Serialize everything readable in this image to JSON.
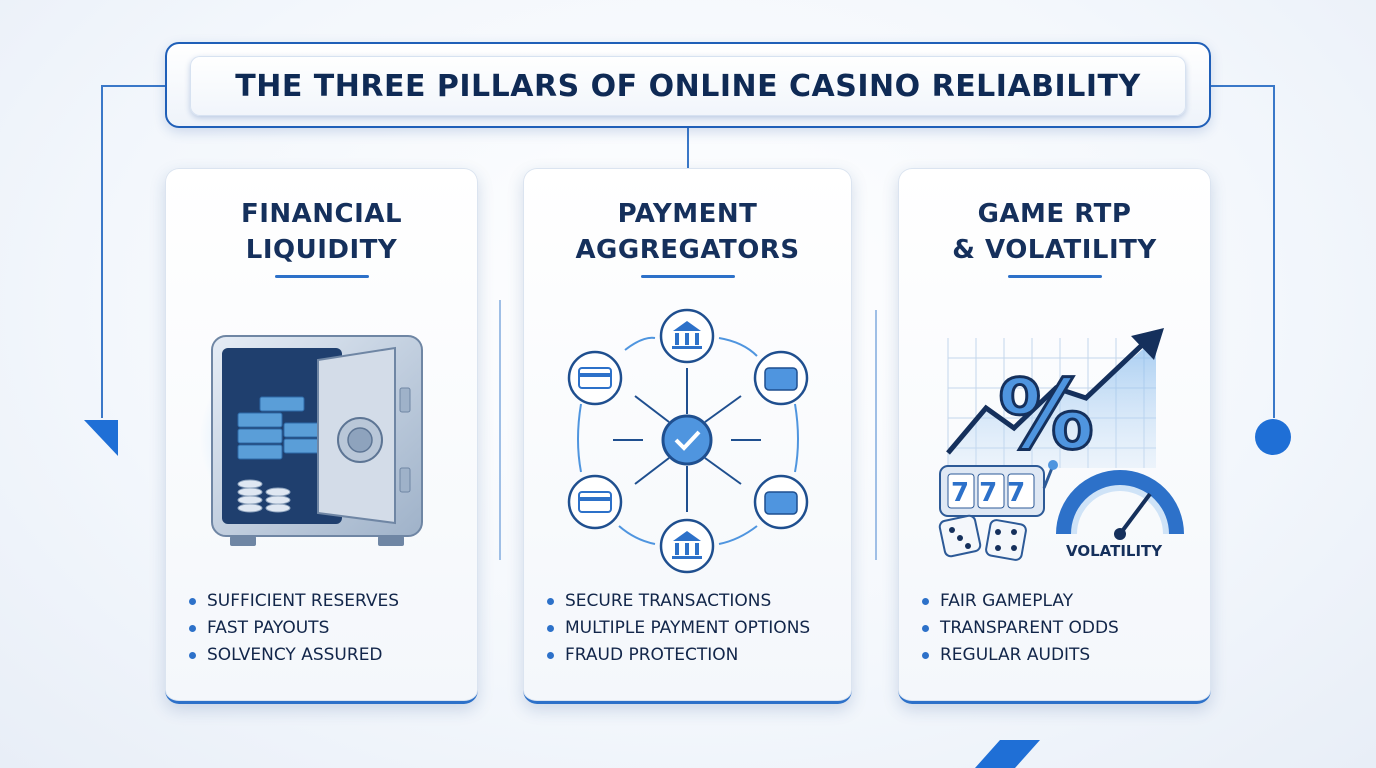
{
  "title": "THE THREE PILLARS OF ONLINE CASINO RELIABILITY",
  "pillars": [
    {
      "title_line1": "FINANCIAL",
      "title_line2": "LIQUIDITY",
      "illustration": "safe-with-cash-icon",
      "bullets": [
        "SUFFICIENT RESERVES",
        "FAST PAYOUTS",
        "SOLVENCY ASSURED"
      ]
    },
    {
      "title_line1": "PAYMENT",
      "title_line2": "AGGREGATORS",
      "illustration": "payment-network-icon",
      "bullets": [
        "SECURE TRANSACTIONS",
        "MULTIPLE PAYMENT OPTIONS",
        "FRAUD PROTECTION"
      ]
    },
    {
      "title_line1": "GAME RTP",
      "title_line2": "& VOLATILITY",
      "illustration": "rtp-chart-icon",
      "volatility_label": "VOLATILITY",
      "slot_digits": "777",
      "percent_symbol": "%",
      "bullets": [
        "FAIR GAMEPLAY",
        "TRANSPARENT ODDS",
        "REGULAR AUDITS"
      ]
    }
  ],
  "colors": {
    "accent": "#2d71c9",
    "dark_text": "#15305c",
    "connector": "#3a78c8"
  }
}
